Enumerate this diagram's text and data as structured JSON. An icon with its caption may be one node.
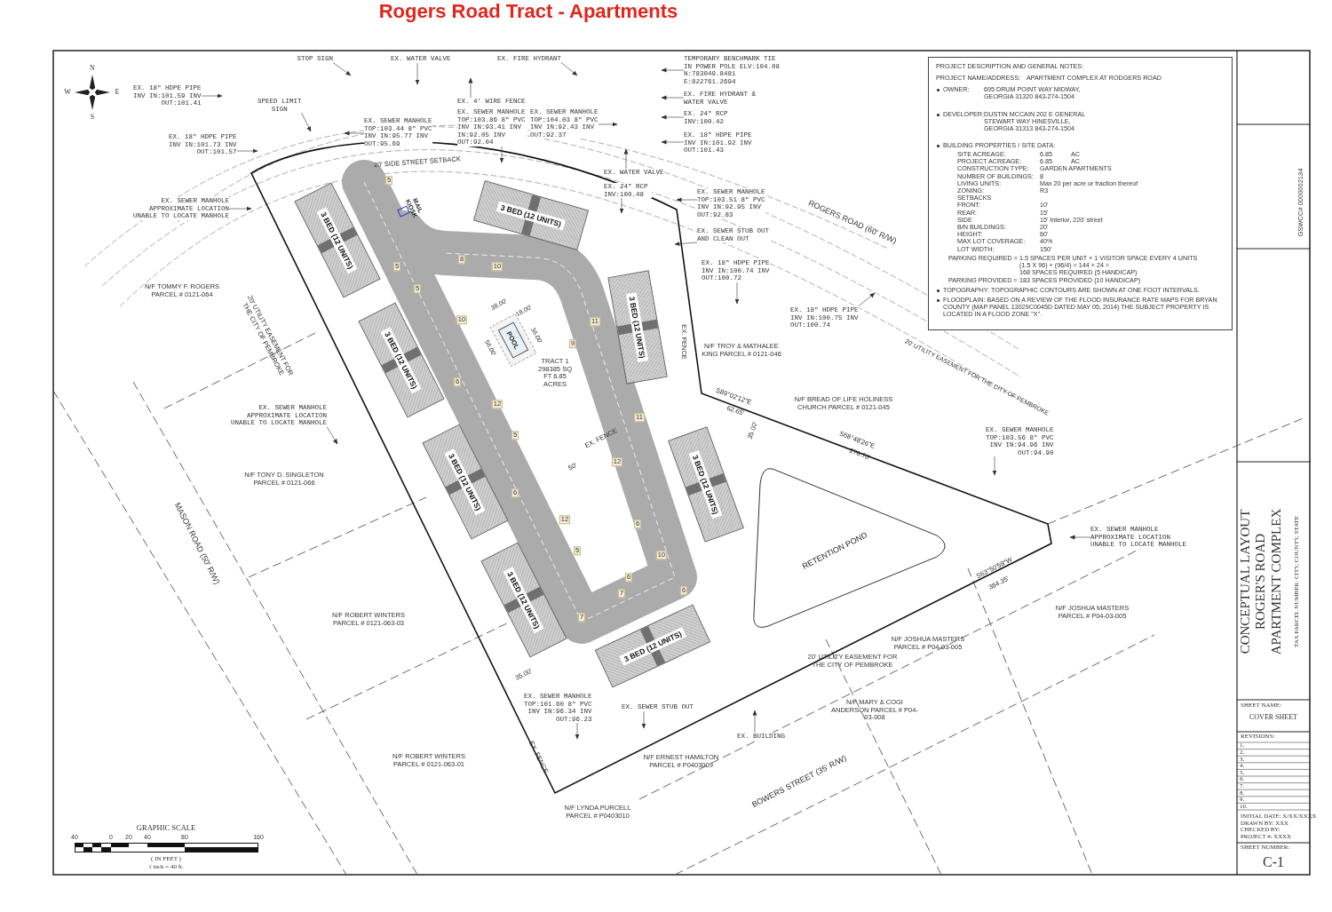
{
  "diagram": {
    "title": "Rogers Road Tract - Apartments",
    "nodes": [
      {
        "text": [
          "PROJECT DESCRIPTION AND GENERAL NOTES:",
          "PROJECT NAME/ADDRESS:",
          "APARTMENT COMPLEX AT RODGERS ROAD",
          "OWNER:",
          "695 DRUM POINT WAY MIDWAY, GEORGIA 31320 843-274-1504",
          "DEVELOPER:",
          "DUSTIN MCCAIN 202 E GENERAL STEWART WAY HINESVILLE, GEORGIA 31313 843-274-1504",
          "BUILDING PROPERTIES / SITE DATA:",
          "SITE ACREAGE:",
          "6.85",
          "AC",
          "PROJECT ACREAGE:",
          "6.85",
          "AC",
          "CONSTRUCTION TYPE:",
          "GARDEN APARTMENTS",
          "NUMBER OF BUILDINGS:",
          "8",
          "LIVING UNITS:",
          "Max 20 per acre or fraction thereof",
          "ZONING:",
          "R3",
          "SETBACKS",
          "FRONT:",
          "10'",
          "REAR:",
          "15'",
          "SIDE",
          "15' Interior, 220' street",
          "B/N BUILDINGS:",
          "20'",
          "HEIGHT:",
          "60'",
          "MAX LOT COVERAGE:",
          "40%",
          "LOT WIDTH:",
          "150'",
          "PARKING REQUIRED =",
          "1.5 SPACES PER UNIT + 1 VISITOR SPACE EVERY 4 UNITS",
          "(1.5 X 96) + (96/4) = 144 + 24 =",
          "168 SPACES REQUIRED (5 HANDICAP)",
          "PARKING PROVIDED =",
          "183 SPACES PROVIDED (10 HANDICAP)",
          "TOPOGRAPHY: TOPOGRAPHIC CONTOURS ARE SHOWN AT ONE FOOT INTERVALS.",
          "FLOODPLAIN: BASED ON A REVIEW OF THE FLOOD INSURANCE RATE MAPS FOR BRYAN COUNTY (MAP PANEL 13029C0045D DATED MAY 05, 2014) THE SUBJECT PROPERTY IS LOCATED IN A FLOOD ZONE \"X\"."
        ]
      },
      {
        "text": [
          "3 BED (12 UNITS)"
        ]
      },
      {
        "text": [
          "3 BED (12 UNITS)"
        ]
      },
      {
        "text": [
          "3 BED (12 UNITS)"
        ]
      },
      {
        "text": [
          "3 BED (12 UNITS)"
        ]
      },
      {
        "text": [
          "3 BED (12 UNITS)"
        ]
      },
      {
        "text": [
          "3 BED (12 UNITS)"
        ]
      },
      {
        "text": [
          "3 BED (12 UNITS)"
        ]
      },
      {
        "text": [
          "3 BED (12 UNITS)"
        ]
      },
      {
        "text": [
          "MAIL KIOSK"
        ]
      },
      {
        "text": [
          "POOL"
        ]
      },
      {
        "text": [
          "RETENTION POND"
        ]
      },
      {
        "text": [
          "EX. FIRE HYDRANT"
        ]
      },
      {
        "text": [
          "TEMPORARY BENCHMARK TIE IN POWER POLE ELV:104.08 N:783049.8481 E:822761.2694"
        ]
      },
      {
        "text": [
          "EX. FIRE HYDRANT & WATER VALVE"
        ]
      },
      {
        "text": [
          "EX. 24\" RCP INV:100.42"
        ]
      },
      {
        "text": [
          "EX. 18\" HDPE PIPE INV IN:101.92 INV OUT:101.43"
        ]
      },
      {
        "text": [
          "STOP SIGN"
        ]
      },
      {
        "text": [
          "EX. 18\" HDPE PIPE INV IN:101.59 INV OUT:101.41"
        ]
      },
      {
        "text": [
          "EX. WATER VALVE"
        ]
      },
      {
        "text": [
          "SPEED LIMIT SIGN"
        ]
      },
      {
        "text": [
          "EX. 18\" HDPE PIPE INV IN:101.73 INV OUT:101.57"
        ]
      },
      {
        "text": [
          "EX. SEWER MANHOLE TOP:103.44 8\" PVC INV IN:95.77 INV OUT:95.69"
        ]
      },
      {
        "text": [
          "EX. SEWER MANHOLE APPROXIMATE LOCATION UNABLE TO LOCATE MANHOLE"
        ]
      },
      {
        "text": [
          "EX. 4' WIRE FENCE"
        ]
      },
      {
        "text": [
          "EX. SEWER MANHOLE TOP:103.86 8\" PVC INV IN:93.41 INV IN:92.05 INV OUT:92.04"
        ]
      },
      {
        "text": [
          "EX. SEWER MANHOLE TOP:104.03 8\" PVC INV IN:92.43 INV OUT:92.37"
        ]
      },
      {
        "text": [
          "EX. WATER VALVE"
        ]
      },
      {
        "text": [
          "EX. 24\" RCP INV:100.48"
        ]
      },
      {
        "text": [
          "EX. SEWER MANHOLE TOP:103.51 8\" PVC INV IN:92.95 INV OUT:92.83"
        ]
      },
      {
        "text": [
          "EX. SEWER STUB OUT AND CLEAN OUT"
        ]
      },
      {
        "text": [
          "EX. 18\" HDPE PIPE INV IN:100.74 INV OUT:100.72"
        ]
      },
      {
        "text": [
          "EX. 18\" HDPE PIPE INV IN:100.75 INV OUT:100.74"
        ]
      },
      {
        "text": [
          "EX. SEWER MANHOLE APPROXIMATE LOCATION UNABLE TO LOCATE MANHOLE"
        ]
      },
      {
        "text": [
          "EX. SEWER MANHOLE TOP:103.56 8\" PVC INV IN:94.96 INV OUT:94.90"
        ]
      },
      {
        "text": [
          "EX. SEWER MANHOLE APPROXIMATE LOCATION UNABLE TO LOCATE MANHOLE"
        ]
      },
      {
        "text": [
          "EX. SEWER MANHOLE TOP:101.60 8\" PVC INV IN:96.34 INV OUT:96.23"
        ]
      },
      {
        "text": [
          "EX. SEWER STUB OUT"
        ]
      },
      {
        "text": [
          "EX. BUILDING"
        ]
      }
    ],
    "edges": [
      {
        "from": 12,
        "to": null,
        "arrow": "to"
      },
      {
        "from": 13,
        "to": null,
        "arrow": "to"
      },
      {
        "from": 14,
        "to": null,
        "arrow": "to"
      },
      {
        "from": 15,
        "to": null,
        "arrow": "to"
      },
      {
        "from": 16,
        "to": null,
        "arrow": "to"
      },
      {
        "from": 17,
        "to": null,
        "arrow": "to"
      },
      {
        "from": 18,
        "to": null,
        "arrow": "to"
      },
      {
        "from": 19,
        "to": null,
        "arrow": "to"
      },
      {
        "from": 20,
        "to": null,
        "arrow": "to"
      },
      {
        "from": 21,
        "to": null,
        "arrow": "to"
      },
      {
        "from": 22,
        "to": null,
        "arrow": "to"
      },
      {
        "from": 23,
        "to": null,
        "arrow": "to"
      },
      {
        "from": 24,
        "to": null,
        "arrow": "to"
      },
      {
        "from": 25,
        "to": null,
        "arrow": "to"
      },
      {
        "from": 26,
        "to": null,
        "arrow": "to"
      },
      {
        "from": 27,
        "to": null,
        "arrow": "to"
      },
      {
        "from": 28,
        "to": null,
        "arrow": "to"
      },
      {
        "from": 29,
        "to": null,
        "arrow": "to"
      },
      {
        "from": 30,
        "to": null,
        "arrow": "to"
      },
      {
        "from": 31,
        "to": null,
        "arrow": "to"
      },
      {
        "from": 32,
        "to": null,
        "arrow": "to"
      },
      {
        "from": 33,
        "to": null,
        "arrow": "to"
      },
      {
        "from": 34,
        "to": null,
        "arrow": "to"
      },
      {
        "from": 35,
        "to": null,
        "arrow": "to"
      },
      {
        "from": 36,
        "to": null,
        "arrow": "to"
      },
      {
        "from": 37,
        "to": null,
        "arrow": "to"
      },
      {
        "from": 38,
        "to": null,
        "arrow": "to"
      }
    ],
    "labels": [
      "N",
      "W",
      "E",
      "S",
      "20' SIDE STREET SETBACK",
      "ROGERS ROAD (60' R/W)",
      "MASON ROAD (50' R/W)",
      "BOWERS STREET (35' R/W)",
      "20' UTILITY EASEMENT FOR THE CITY OF PEMBROKE",
      "20' UTILITY EASEMENT FOR THE CITY OF PEMBROKE",
      "20' UTILITY EASEMENT FOR THE CITY OF PEMBROKE",
      "N/F TOMMY F. ROGERS PARCEL # 0121-064",
      "N/F TONY D. SINGLETON PARCEL # 0121-066",
      "N/F ROBERT WINTERS PARCEL # 0121-063-03",
      "N/F ROBERT WINTERS PARCEL # 0121-063-01",
      "N/F TROY & MATHALEE KING PARCEL # 0121-046",
      "N/F BREAD OF LIFE HOLINESS CHURCH PARCEL # 0121-045",
      "N/F JOSHUA MASTERS PARCEL # P04-03-005",
      "N/F JOSHUA MASTERS PARCEL # P04-03-005",
      "N/F MARY & COGI ANDERSON PARCEL # P04-03-008",
      "N/F ERNEST HAMILTON PARCEL # P0403009",
      "N/F LYNDA PURCELL PARCEL # P0403010",
      "TRACT 1 298385 SQ FT 6.85 ACRES",
      "38.00'",
      "18.00'",
      "36.00'",
      "56.00'",
      "EX. FENCE",
      "EX. FENCE",
      "EX. FENCE",
      "S89°02'12\"E",
      "62.65'",
      "S68°48'26\"E",
      "276.76'",
      "S63°50'58\"W",
      "384.35'",
      "35.00'",
      "35.00'",
      "50'",
      "5",
      "8",
      "5",
      "10",
      "5",
      "10",
      "9",
      "11",
      "6",
      "12",
      "5",
      "12",
      "6",
      "12",
      "11",
      "6",
      "10",
      "5",
      "6",
      "6",
      "7",
      "7",
      "GRAPHIC SCALE",
      "40",
      "0",
      "20",
      "40",
      "80",
      "160",
      "( IN FEET )",
      "1 inch = 40 ft.",
      "GSWCC# 0000002134",
      "CONCEPTUAL LAYOUT ROGER'S ROAD APARTMENT COMPLEX",
      "TAX PARCEL NUMBER: CITY, COUNTY, STATE",
      "SHEET NAME:",
      "COVER SHEET",
      "REVISIONS:",
      "1.",
      "2.",
      "3.",
      "4.",
      "5.",
      "6.",
      "7.",
      "8.",
      "9.",
      "10.",
      "INITIAL DATE: X/XX/XXXX",
      "DRAWN BY: XXX",
      "CHECKED BY:",
      "PROJECT #: XXXX",
      "SHEET NUMBER:",
      "C-1"
    ]
  }
}
